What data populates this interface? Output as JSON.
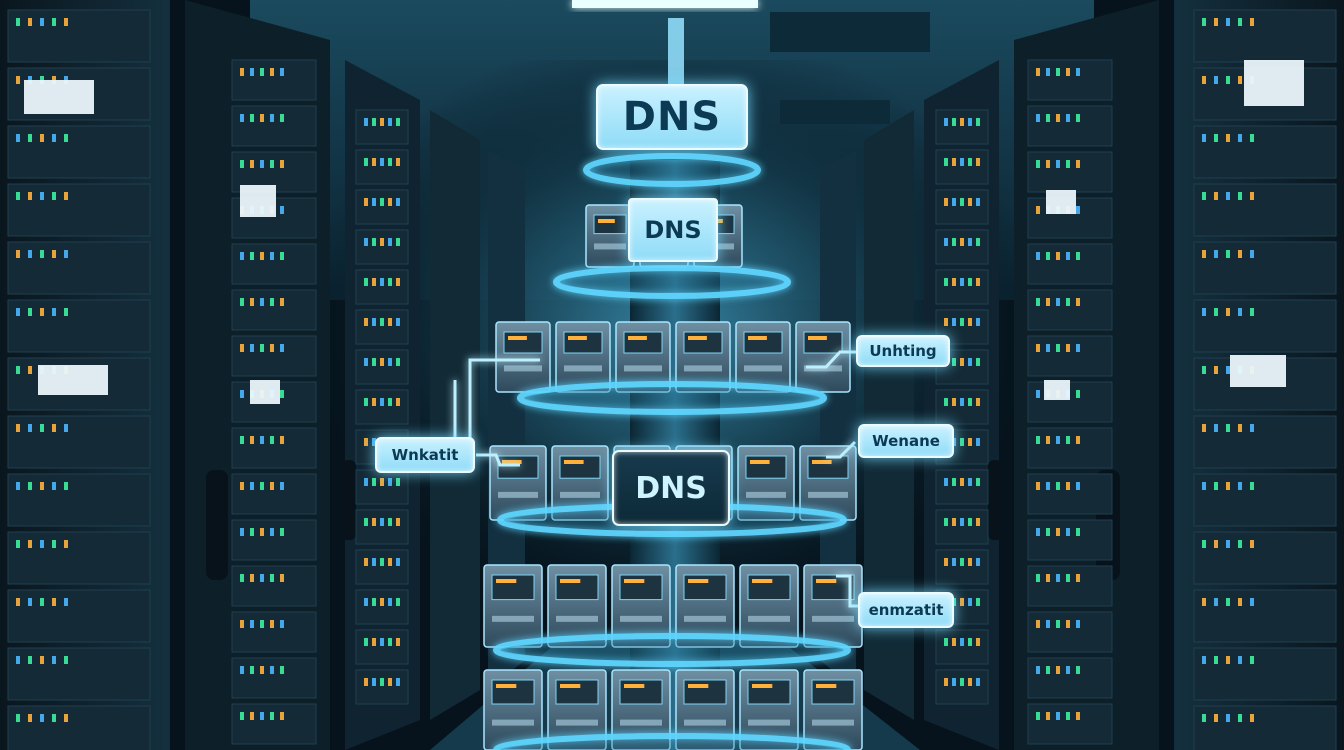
{
  "scene": {
    "description_colors": {
      "background": "#06131c",
      "glow": "#5fd6ff",
      "rack": "#0e1c26",
      "led_green": "#3cf0a0",
      "led_amber": "#ffb13b",
      "led_blue": "#49b6ff"
    }
  },
  "signs": {
    "top": "DNS",
    "second": "DNS",
    "middle": "DNS"
  },
  "tags": {
    "right_upper": "Unhting",
    "left": "Wnkatit",
    "right_middle": "Wenane",
    "right_lower": "enmzatit"
  }
}
